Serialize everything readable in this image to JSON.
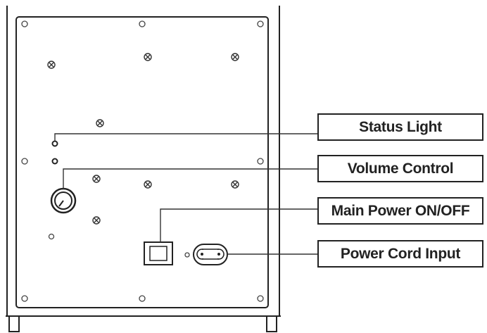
{
  "labels": {
    "status_light": "Status Light",
    "volume_control": "Volume Control",
    "main_power": "Main Power ON/OFF",
    "power_cord": "Power Cord Input"
  },
  "colors": {
    "stroke": "#222222",
    "panel_fill": "#ffffff"
  }
}
